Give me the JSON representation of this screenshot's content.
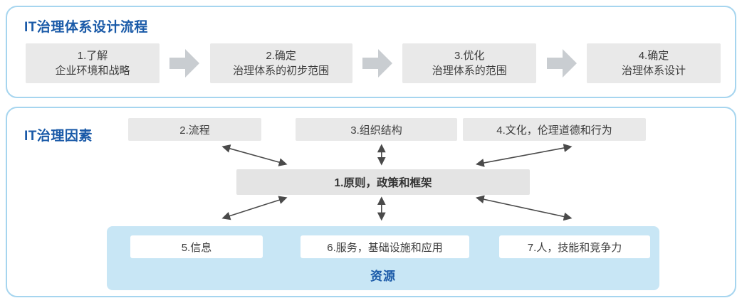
{
  "process": {
    "title": "IT治理体系设计流程",
    "steps": [
      {
        "line1": "1.了解",
        "line2": "企业环境和战略"
      },
      {
        "line1": "2.确定",
        "line2": "治理体系的初步范围"
      },
      {
        "line1": "3.优化",
        "line2": "治理体系的范围"
      },
      {
        "line1": "4.确定",
        "line2": "治理体系设计"
      }
    ]
  },
  "factors": {
    "title": "IT治理因素",
    "top": [
      "2.流程",
      "3.组织结构",
      "4.文化，伦理道德和行为"
    ],
    "center": "1.原则，政策和框架",
    "resources": [
      "5.信息",
      "6.服务，基础设施和应用",
      "7.人，技能和竞争力"
    ],
    "resources_label": "资源"
  },
  "colors": {
    "panel_border": "#a6d5ef",
    "title_blue": "#1a5aa8",
    "box_gray": "#e9e9e9",
    "flow_arrow_gray": "#c9cdd1",
    "resource_bg": "#c8e6f5",
    "connector_arrow": "#4a4a4a"
  }
}
